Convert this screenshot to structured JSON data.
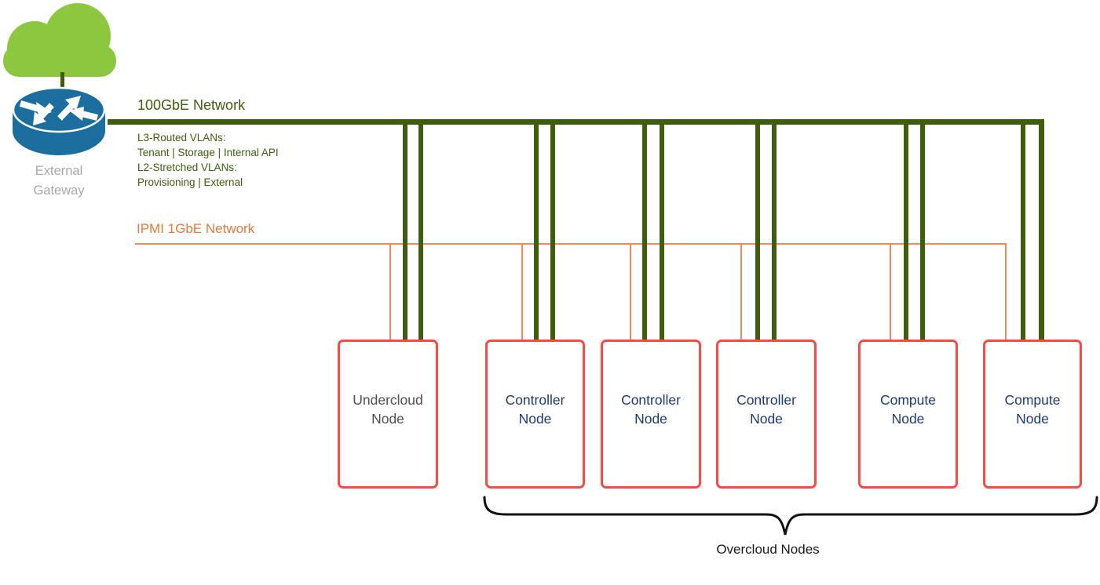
{
  "colors": {
    "trunk_green": "#3F5D0D",
    "ipmi_orange_line": "#ED8A55",
    "ipmi_orange_text": "#E8793A",
    "node_border_red": "#FB4944",
    "node_text_navy": "#1B3A7A",
    "undercloud_text_gray": "#4F4F4F",
    "gateway_text_gray": "#A8A8A8",
    "cloud_green": "#8DC63F",
    "router_blue": "#1C6E9E",
    "brace_black": "#111111"
  },
  "network_100gbe": {
    "label": "100GbE Network",
    "vlan_lines": [
      "L3-Routed VLANs:",
      "Tenant | Storage | Internal API",
      "L2-Stretched VLANs:",
      "Provisioning | External"
    ]
  },
  "network_ipmi": {
    "label": "IPMI 1GbE Network"
  },
  "gateway": {
    "label": "External Gateway"
  },
  "nodes": [
    {
      "id": "undercloud",
      "label": "Undercloud Node"
    },
    {
      "id": "controller-1",
      "label": "Controller Node"
    },
    {
      "id": "controller-2",
      "label": "Controller Node"
    },
    {
      "id": "controller-3",
      "label": "Controller Node"
    },
    {
      "id": "compute-1",
      "label": "Compute Node"
    },
    {
      "id": "compute-2",
      "label": "Compute Node"
    }
  ],
  "overcloud": {
    "label": "Overcloud Nodes"
  }
}
